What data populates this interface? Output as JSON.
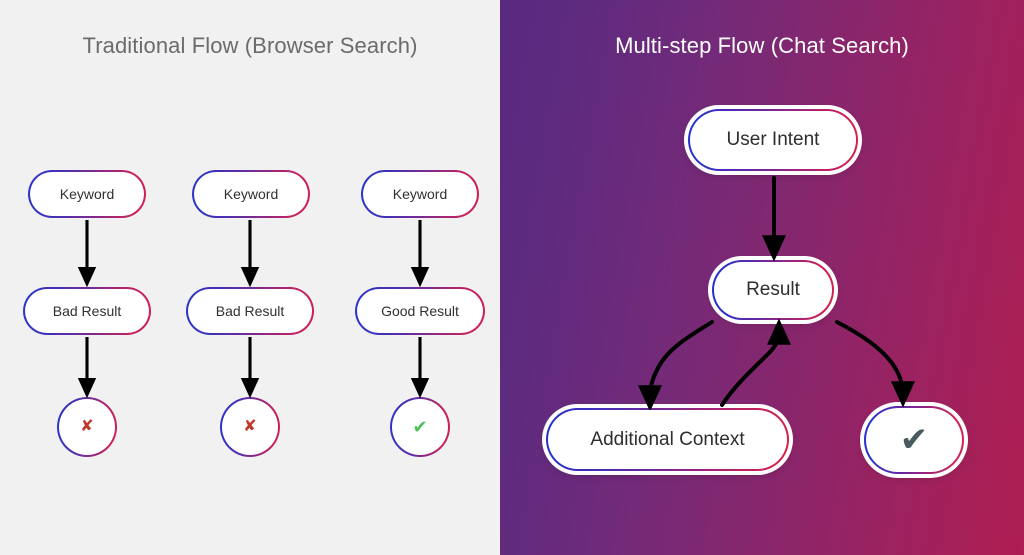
{
  "left_panel": {
    "title": "Traditional Flow (Browser Search)",
    "background_color": "#f1f1f1",
    "title_color": "#6b6b6b",
    "columns": [
      {
        "keyword": "Keyword",
        "result": "Bad Result",
        "outcome_icon": "cross-icon",
        "outcome_glyph": "✘",
        "outcome_color": "#c0392b"
      },
      {
        "keyword": "Keyword",
        "result": "Bad Result",
        "outcome_icon": "cross-icon",
        "outcome_glyph": "✘",
        "outcome_color": "#c0392b"
      },
      {
        "keyword": "Keyword",
        "result": "Good Result",
        "outcome_icon": "check-icon",
        "outcome_glyph": "✔",
        "outcome_color": "#4cc25a"
      }
    ]
  },
  "right_panel": {
    "title": "Multi-step Flow (Chat Search)",
    "title_color": "#ffffff",
    "gradient_start": "#5a2a80",
    "gradient_end": "#ad1e52",
    "nodes": {
      "user_intent": "User Intent",
      "result": "Result",
      "additional_context": "Additional Context",
      "success_icon": "check-icon",
      "success_glyph": "✔",
      "success_color": "#4a5b60"
    }
  },
  "node_style": {
    "border_gradient_start": "#2b35c7",
    "border_gradient_end": "#cf2050",
    "fill": "#ffffff",
    "text_color": "#2f2f2f"
  },
  "arrows": {
    "color": "#000000",
    "count_left": 6,
    "count_right": 4
  }
}
